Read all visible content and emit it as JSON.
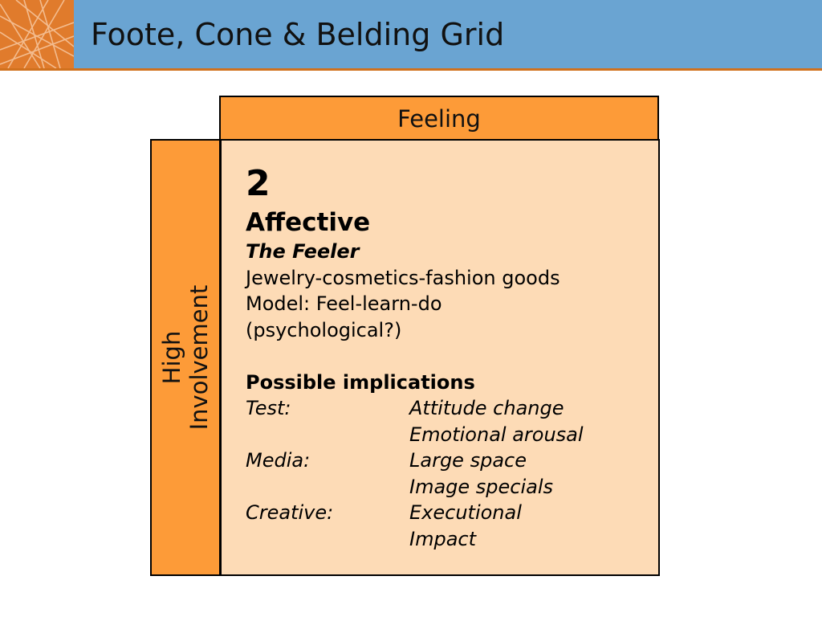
{
  "slide": {
    "title": "Foote, Cone & Belding Grid"
  },
  "grid": {
    "column_header": "Feeling",
    "row_header_lines": [
      "High",
      "Involvement"
    ],
    "quadrant": {
      "number": "2",
      "name": "Affective",
      "subtitle": "The Feeler",
      "description_lines": [
        "Jewelry-cosmetics-fashion goods",
        "Model: Feel-learn-do",
        "(psychological?)"
      ],
      "implications_heading": "Possible implications",
      "implications": [
        {
          "label": "Test:",
          "value": "Attitude change"
        },
        {
          "label": "",
          "value": "Emotional arousal"
        },
        {
          "label": "Media:",
          "value": "Large space"
        },
        {
          "label": "",
          "value": "Image specials"
        },
        {
          "label": "Creative:",
          "value": "Executional"
        },
        {
          "label": "",
          "value": "Impact"
        }
      ]
    }
  },
  "colors": {
    "header_bar": "#6aa4d2",
    "header_rule": "#d0711e",
    "logo_background": "#e07b2c",
    "grid_header_fill": "#fd9b38",
    "grid_cell_fill": "#fddbb6"
  },
  "icons": {
    "logo": "abstract-web-lines-logo"
  }
}
